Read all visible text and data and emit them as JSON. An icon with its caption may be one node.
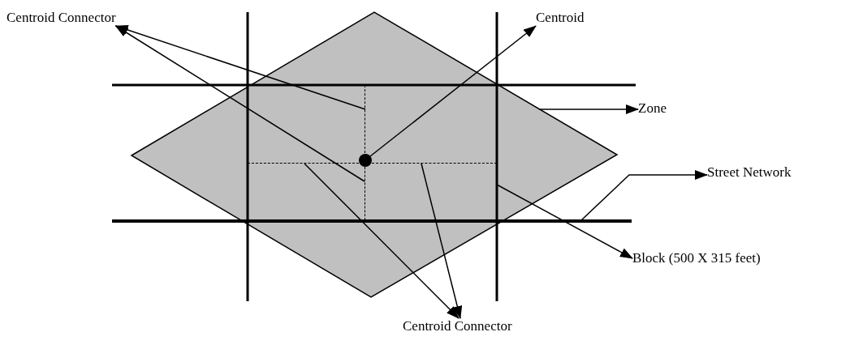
{
  "diagram": {
    "nodes": [
      {
        "text": [
          "Centroid Connector"
        ]
      },
      {
        "text": [
          "Centroid"
        ]
      },
      {
        "text": [
          "Zone"
        ]
      },
      {
        "text": [
          "Street Network"
        ]
      },
      {
        "text": [
          "Block (500 X 315 feet)"
        ]
      },
      {
        "text": [
          "Centroid Connector"
        ]
      },
      {
        "text": [],
        "shape": "diamond"
      },
      {
        "text": [],
        "shape": "box",
        "in": 6
      },
      {
        "text": [],
        "shape": "circle",
        "in": 7
      },
      {
        "text": [],
        "shape": "line",
        "in": 7
      },
      {
        "text": [],
        "shape": "line",
        "in": 7
      },
      {
        "text": [],
        "shape": "line",
        "in": 7
      },
      {
        "text": [],
        "shape": "line",
        "in": 7
      },
      {
        "text": [],
        "shape": "line"
      }
    ],
    "edges": [
      {
        "from": 9,
        "to": 0,
        "arrow": "to"
      },
      {
        "from": 10,
        "to": 0,
        "arrow": "to"
      },
      {
        "from": 8,
        "to": 1,
        "arrow": "to"
      },
      {
        "from": 6,
        "to": 2,
        "arrow": "to"
      },
      {
        "from": 13,
        "to": 3,
        "arrow": "to"
      },
      {
        "from": 7,
        "to": 4,
        "arrow": "to"
      },
      {
        "from": 11,
        "to": 5,
        "arrow": "to"
      },
      {
        "from": 12,
        "to": 5,
        "arrow": "to"
      }
    ]
  }
}
